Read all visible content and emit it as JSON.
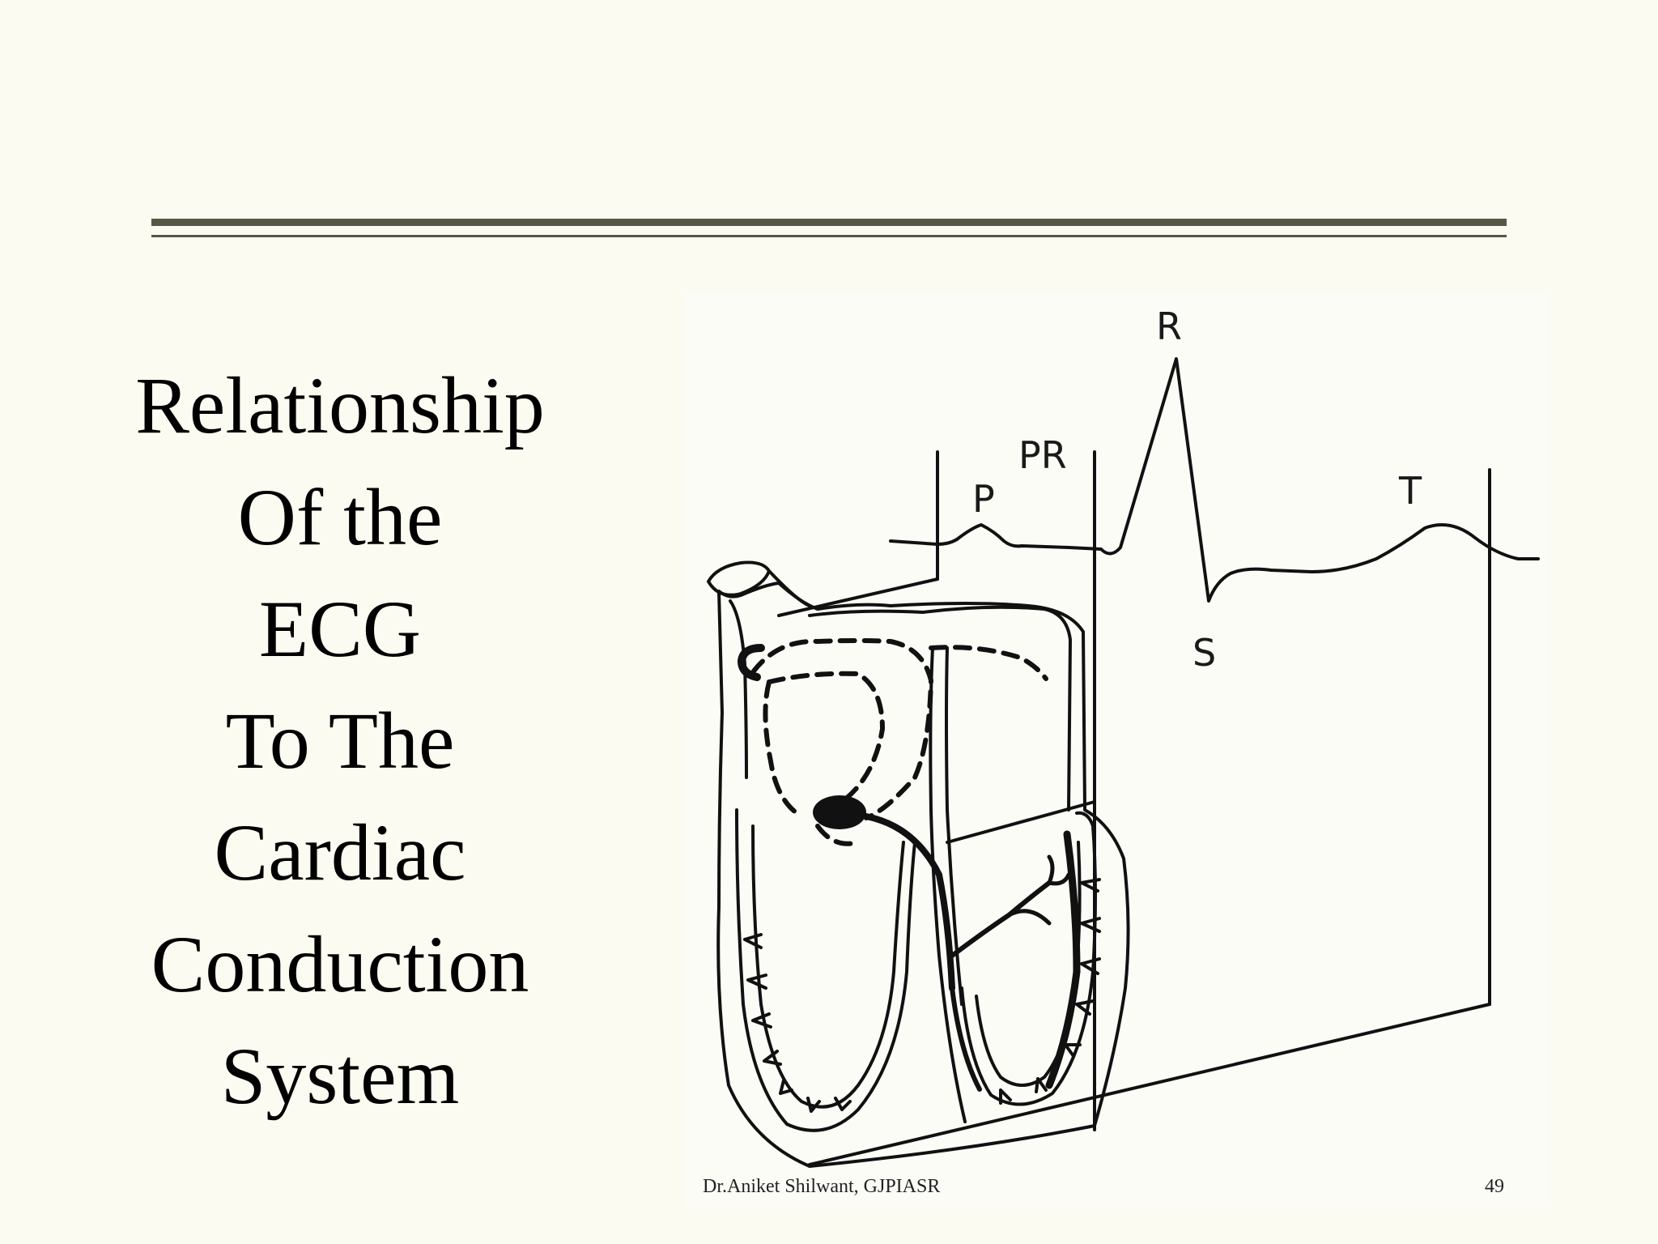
{
  "title_lines": [
    "Relationship",
    "Of the",
    "ECG",
    "To The",
    "Cardiac",
    "Conduction",
    "System"
  ],
  "ecg_wave_labels": {
    "p": "P",
    "pr": "PR",
    "r": "R",
    "s": "S",
    "t": "T"
  },
  "footer": {
    "author": "Dr.Aniket Shilwant, GJPIASR",
    "page_number": "49"
  },
  "colors": {
    "background": "#FBFBF1",
    "rule": "#575746",
    "text": "#000000"
  }
}
